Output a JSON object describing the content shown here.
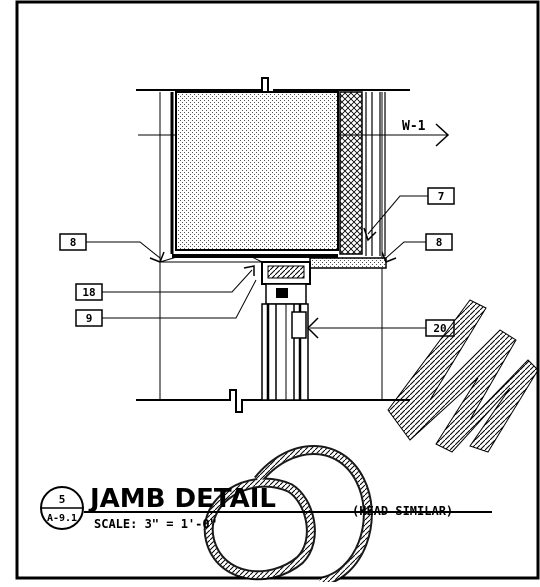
{
  "drawing": {
    "title": "JAMB DETAIL",
    "title_note": "(HEAD SIMILAR)",
    "scale_text": "SCALE:   3\" = 1'-0\"",
    "detail_number": "5",
    "sheet_ref": "A-9.1"
  },
  "callouts": {
    "wall_type": "W-1",
    "keynotes": [
      "7",
      "8",
      "8",
      "18",
      "9",
      "20"
    ]
  },
  "colors": {
    "line": "#000000",
    "paper": "#ffffff"
  }
}
